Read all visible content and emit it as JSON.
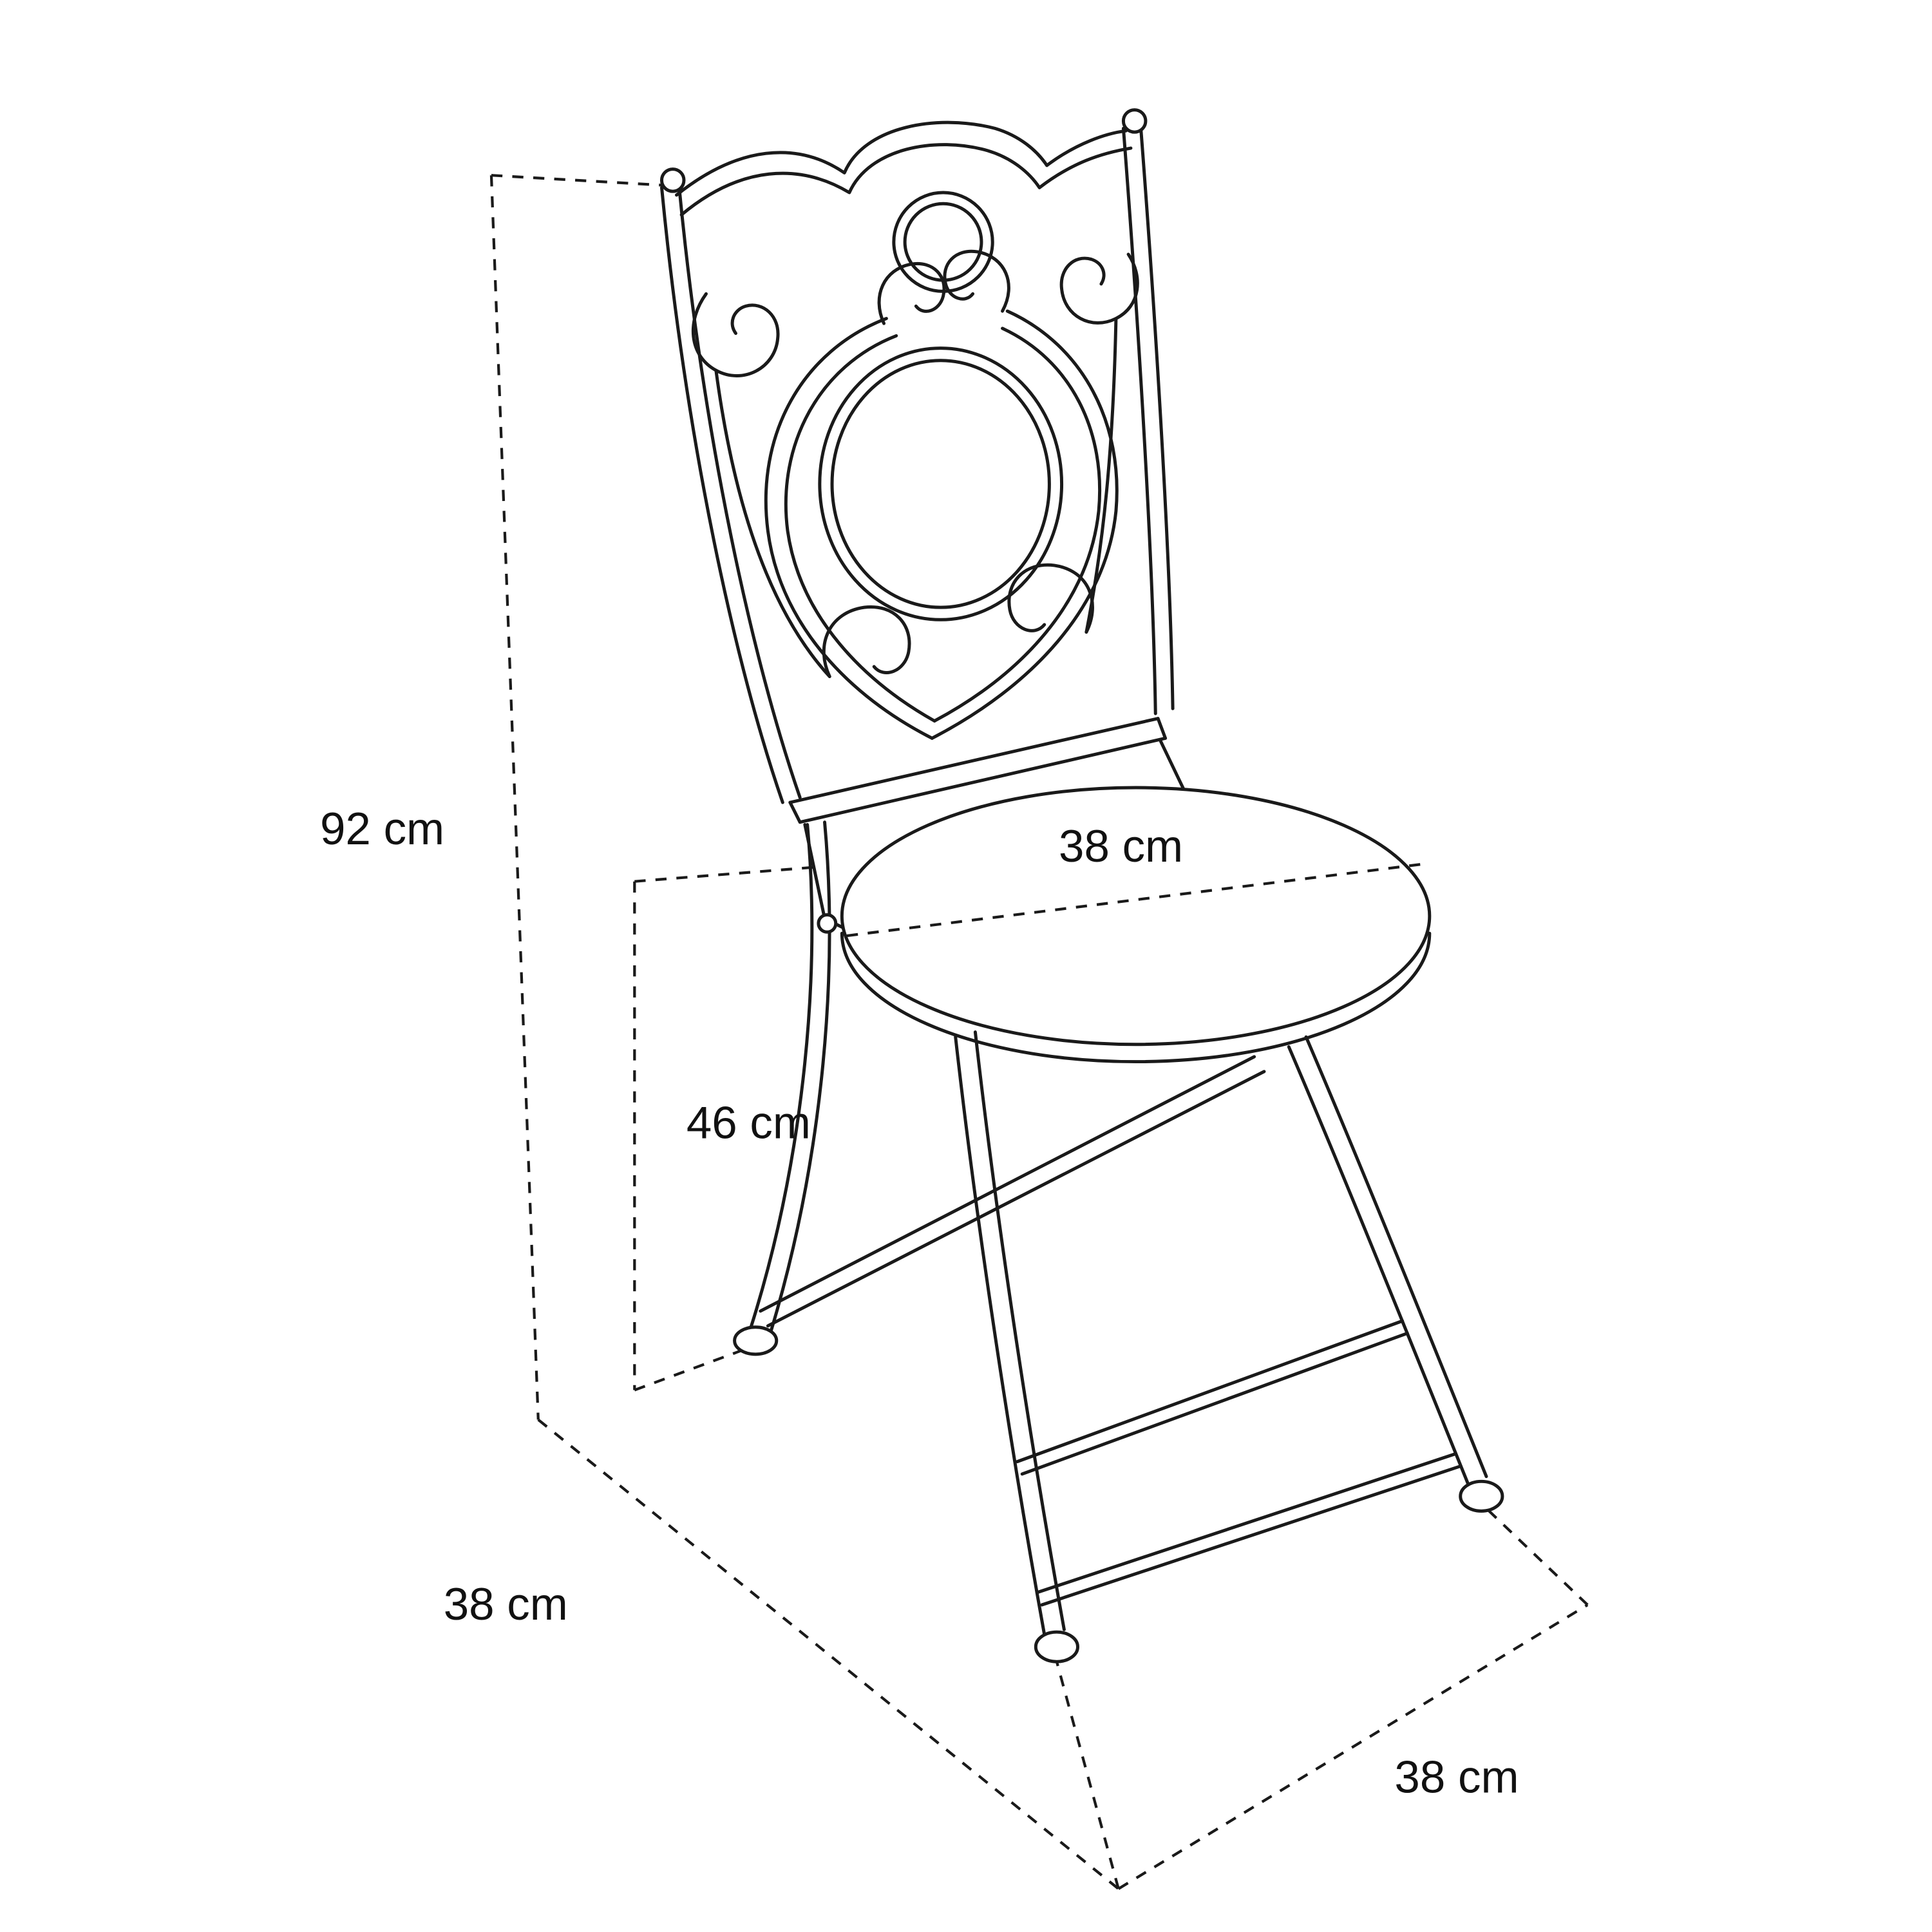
{
  "diagram": {
    "labels": {
      "height": "92 cm",
      "seat_diameter": "38 cm",
      "seat_height": "46 cm",
      "depth": "38 cm",
      "width": "38 cm"
    },
    "colors": {
      "line": "#1a1a1a",
      "background": "#ffffff"
    }
  }
}
